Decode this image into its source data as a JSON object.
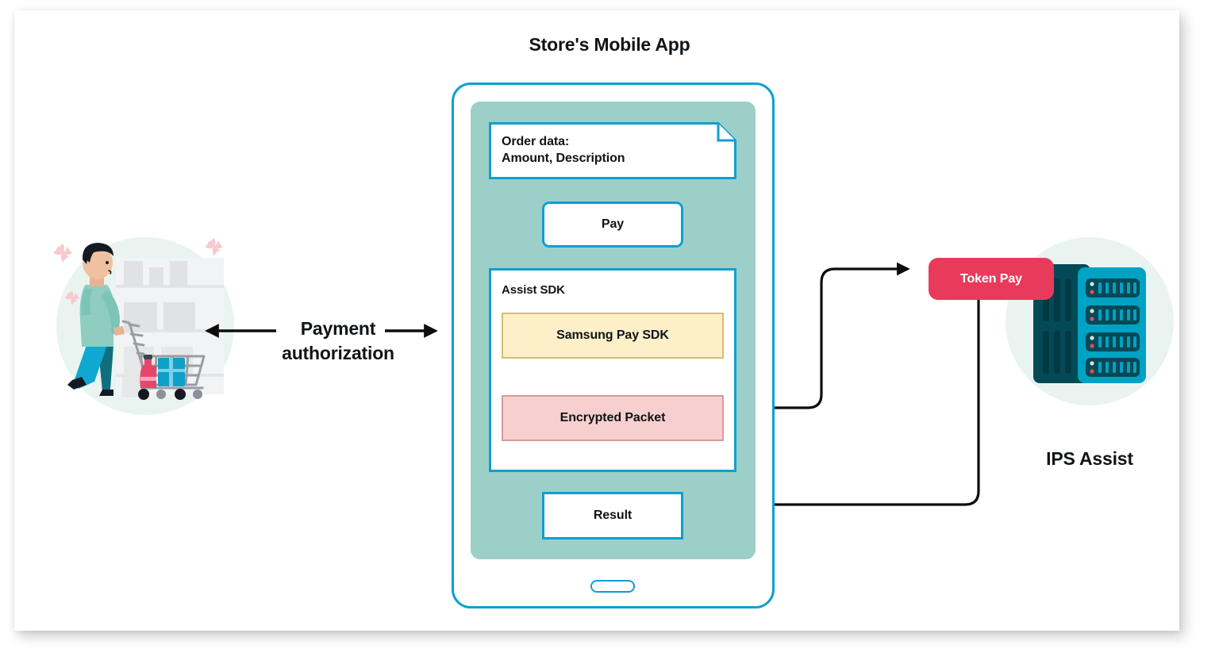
{
  "diagram": {
    "title_top": "Store's Mobile App",
    "left_label": "Payment\nauthorization",
    "left_label_line1": "Payment",
    "left_label_line2": "authorization",
    "right_label": "IPS Assist"
  },
  "phone": {
    "order_doc": {
      "line1": "Order data:",
      "line2": "Amount, Description"
    },
    "pay_button": "Pay",
    "assist_sdk": {
      "caption": "Assist SDK",
      "samsung_sdk": "Samsung Pay SDK",
      "encrypted_packet": "Encrypted Packet"
    },
    "result_box": "Result"
  },
  "backend": {
    "token_pay": "Token Pay",
    "server_name": "IPS Assist"
  },
  "colors": {
    "accent_blue": "#0e9fd0",
    "screen_teal": "#9dcfc9",
    "token_red": "#e83b5c",
    "sdk_yellow_fill": "#fdf0c8",
    "sdk_yellow_border": "#d8bd71",
    "packet_pink_fill": "#f7cfcf",
    "packet_pink_border": "#d79a9b",
    "server_dark": "#034a56",
    "server_cyan": "#00a2c4",
    "illo_circle": "#e9f4f1",
    "sparkle_pink": "#f6c9cd",
    "arrow_black": "#0d0d0d",
    "text_dark": "#101418"
  },
  "icons": {
    "shopper": "shopper-cart-illustration",
    "server": "server-rack-illustration",
    "document_fold": "document-fold-corner",
    "home_indicator": "phone-home-indicator"
  }
}
